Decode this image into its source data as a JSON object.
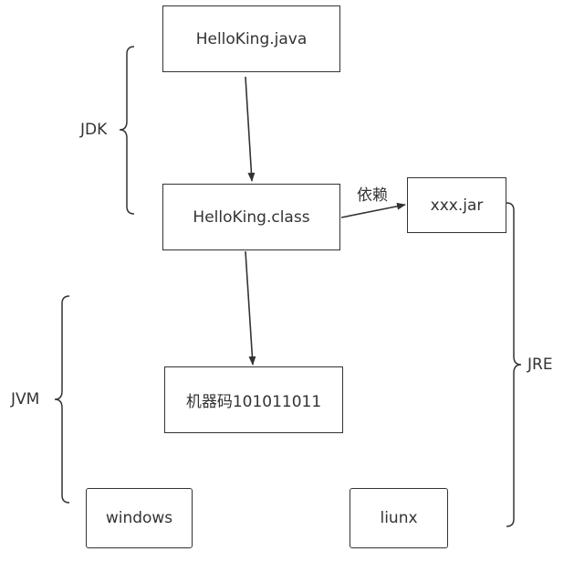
{
  "nodes": {
    "java": "HelloKing.java",
    "class": "HelloKing.class",
    "jar": "xxx.jar",
    "machine": "机器码101011011",
    "windows": "windows",
    "linux": "liunx"
  },
  "edge_labels": {
    "depends": "依赖"
  },
  "groups": {
    "jdk": "JDK",
    "jvm": "JVM",
    "jre": "JRE"
  },
  "colors": {
    "line": "#333333",
    "background": "#ffffff"
  }
}
